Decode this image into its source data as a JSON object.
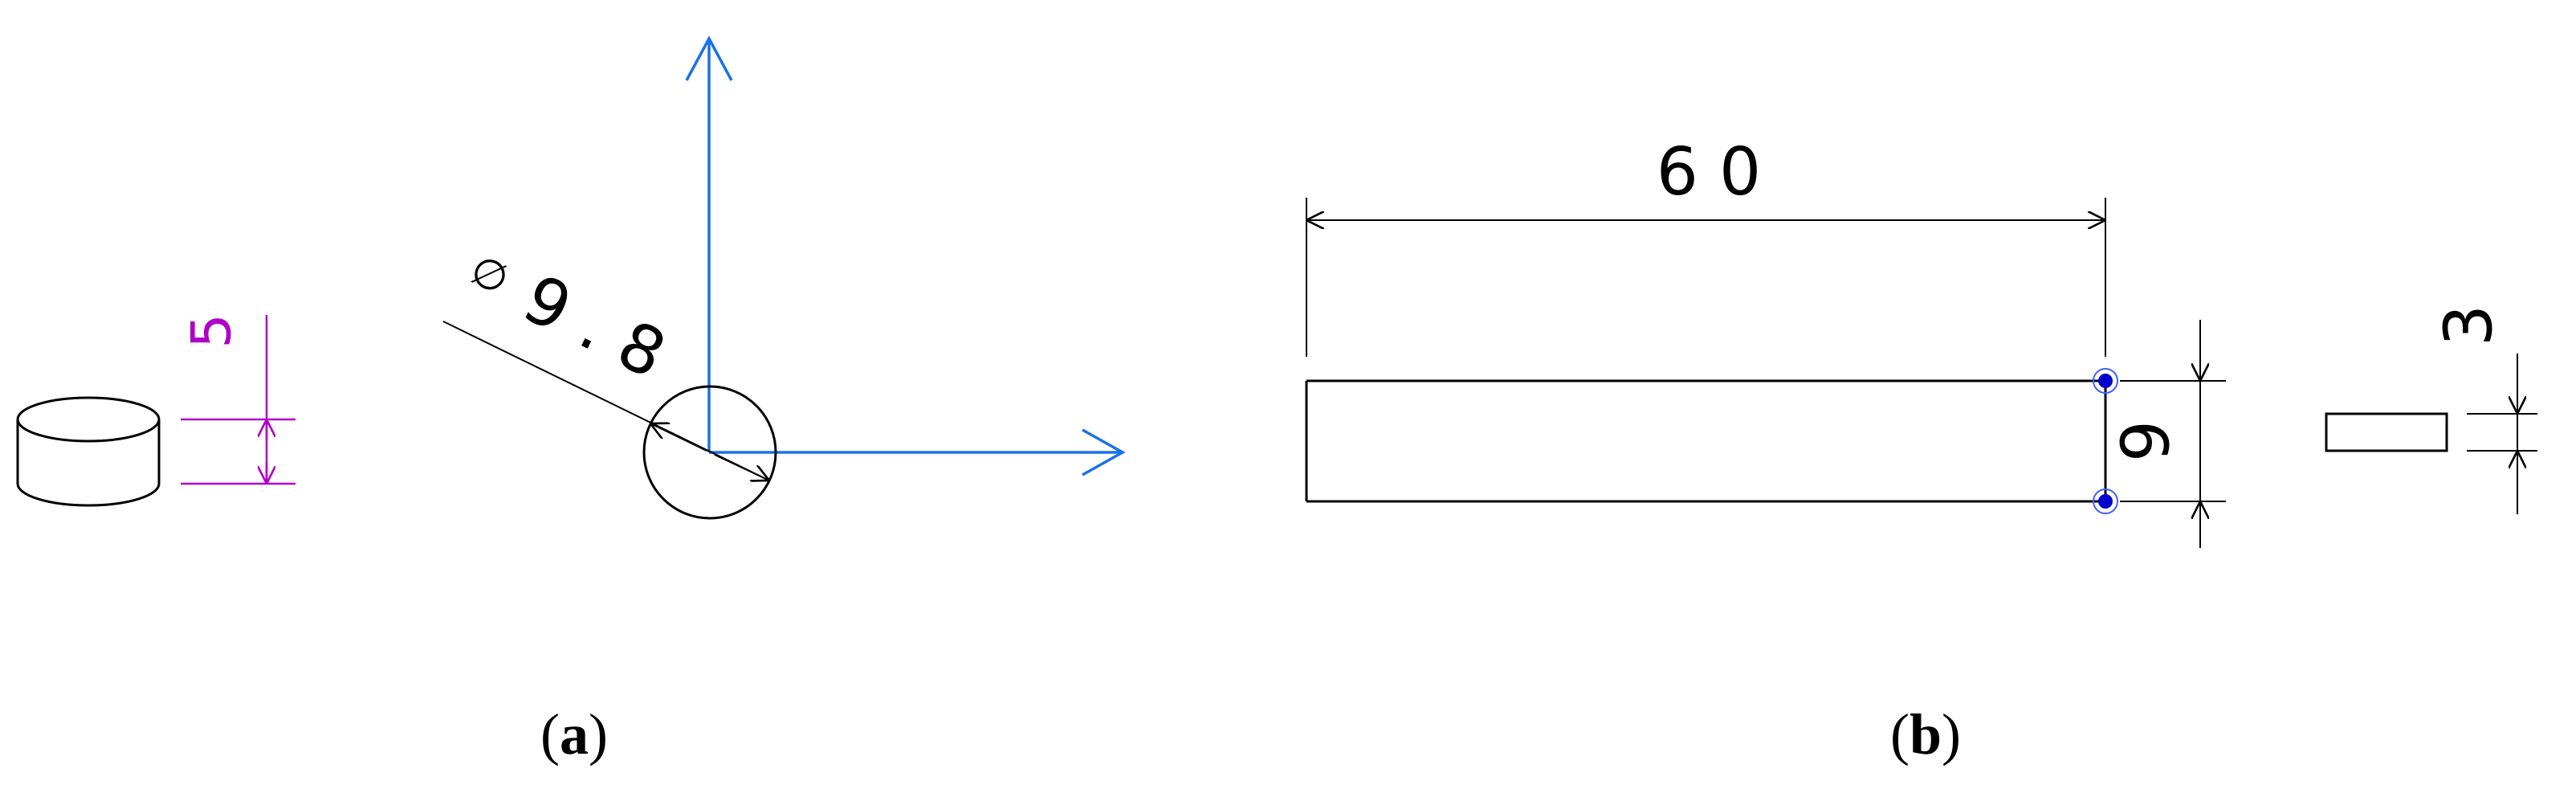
{
  "panel_a": {
    "height_dimension": "5",
    "diameter_symbol": "∅",
    "diameter_value": "9 . 8",
    "caption_open": "(",
    "caption_letter": "a",
    "caption_close": ")"
  },
  "panel_b": {
    "length_dimension": "6 0",
    "width_dimension": "9",
    "thickness_dimension": "3",
    "caption_open": "(",
    "caption_letter": "b",
    "caption_close": ")"
  },
  "colors": {
    "line": "#000000",
    "dimension_magenta": "#b000c8",
    "axis_blue": "#1a72e8",
    "point_blue": "#0000cc"
  }
}
